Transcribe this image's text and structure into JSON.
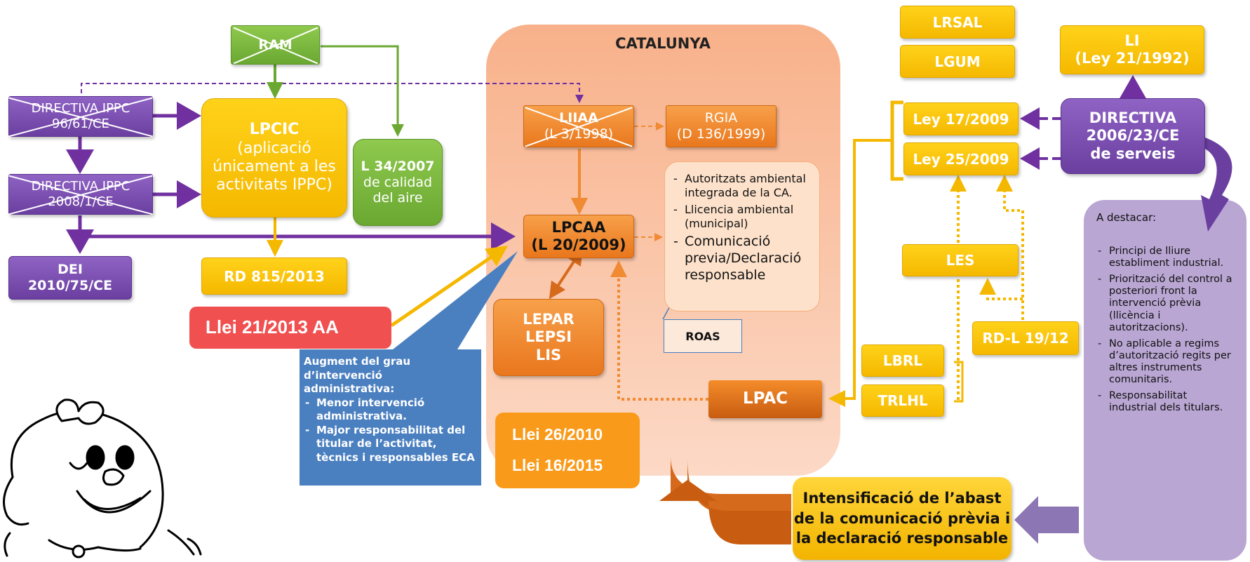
{
  "catalunya": {
    "title": "CATALUNYA"
  },
  "boxes": {
    "ram": "RAM",
    "dir_ippc_96": [
      "DIRECTIVA IPPC",
      "96/61/CE"
    ],
    "dir_ippc_2008": [
      "DIRECTIVA IPPC",
      "2008/1/CE"
    ],
    "dei": [
      "DEI",
      "2010/75/CE"
    ],
    "lpcic": [
      "LPCIC",
      "(aplicació",
      "únicament a les",
      "activitats IPPC)"
    ],
    "l34": [
      "L 34/2007",
      "de calidad",
      "del aire"
    ],
    "rd815": "RD 815/2013",
    "llei21": "Llei 21/2013 AA",
    "liiaa": [
      "LIIAA",
      "(L 3/1998)"
    ],
    "rgia": [
      "RGIA",
      "(D 136/1999)"
    ],
    "lpcaa": [
      "LPCAA",
      "(L 20/2009)"
    ],
    "lepar": [
      "LEPAR",
      "LEPSI",
      "LIS"
    ],
    "llei26": "Llei 26/2010",
    "llei16": "Llei 16/2015",
    "lpac": "LPAC",
    "roas": "ROAS",
    "lrsal": "LRSAL",
    "lgum": "LGUM",
    "li": [
      "LI",
      "(Ley 21/1992)"
    ],
    "ley17": "Ley 17/2009",
    "ley25": "Ley 25/2009",
    "directiva_serveis": [
      "DIRECTIVA",
      "2006/23/CE",
      "de serveis"
    ],
    "les": "LES",
    "rdl": "RD-L 19/12",
    "lbrl": "LBRL",
    "trlhl": "TRLHL",
    "intensificacio": [
      "Intensificació de l’abast",
      "de la comunicació prèvia i",
      "la declaració responsable"
    ]
  },
  "autoritzats": [
    "Autoritzats ambiental integrada de la CA.",
    "Llicencia ambiental (municipal)",
    "Comunicació previa/Declaració responsable"
  ],
  "augment": {
    "heading": "Augment del grau d’intervenció administrativa:",
    "items": [
      "Menor intervenció administrativa.",
      "Major responsabilitat del titular de l’activitat, tècnics i responsables ECA"
    ]
  },
  "destacar": {
    "heading": "A destacar:",
    "items": [
      "Principi de lliure establiment industrial.",
      "Priorització del control a posteriori front la intervenció prèvia (llicència i autoritzacions).",
      "No aplicable a regims d’autorització regits per altres instruments comunitaris.",
      "Responsabilitat industrial dels titulars."
    ]
  },
  "colors": {
    "yellow": "#fcc512",
    "purple": "#7a4fb0",
    "green": "#7bb842",
    "orange": "#f08a33",
    "red": "#f05050",
    "blue": "#4a7fc0",
    "catalunya_bg": "#f9c4a4",
    "lilac": "#b8a4d0"
  }
}
